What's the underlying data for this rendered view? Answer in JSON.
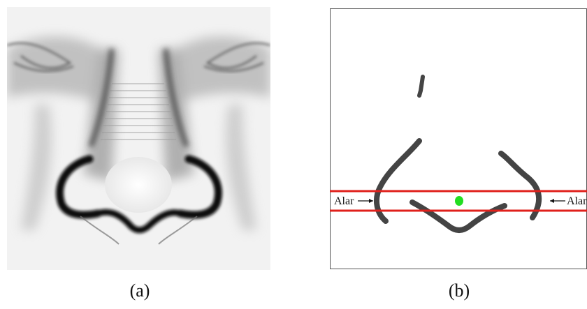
{
  "figure": {
    "panel_a": {
      "caption": "(a)"
    },
    "panel_b": {
      "caption": "(b)",
      "label_left": "Alar",
      "label_right": "Alar",
      "line_color": "#e0201b",
      "dot_color": "#22dd22"
    }
  }
}
